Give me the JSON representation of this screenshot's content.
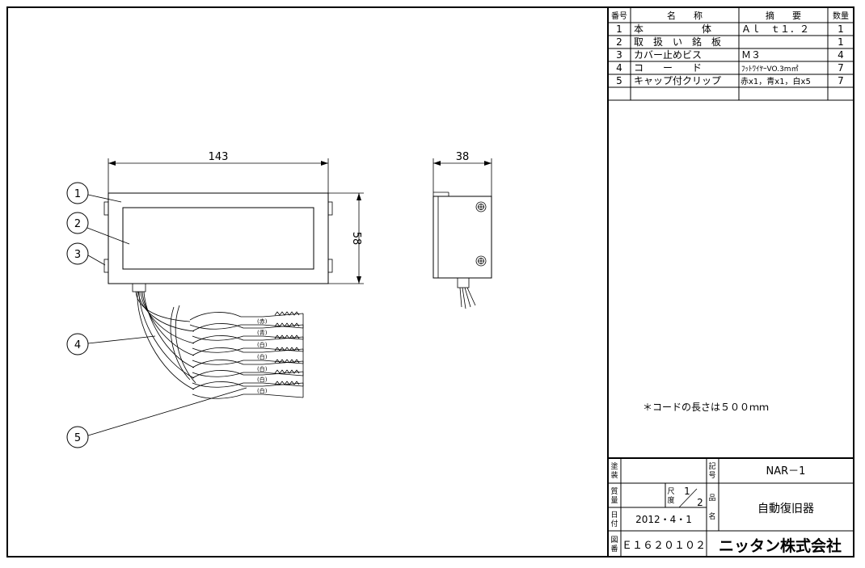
{
  "parts_table": {
    "headers": {
      "no": "番号",
      "name": "名　　称",
      "spec": "摘　　要",
      "qty": "数量"
    },
    "rows": [
      {
        "no": "1",
        "name": "本　　　　　　体",
        "spec": "Ａｌ　ｔ１．２",
        "qty": "1"
      },
      {
        "no": "2",
        "name": "取　扱　い　銘　板",
        "spec": "",
        "qty": "1"
      },
      {
        "no": "3",
        "name": "カバー止めビス",
        "spec": "Ｍ３",
        "qty": "4"
      },
      {
        "no": "4",
        "name": "コ　　ー　　ド",
        "spec": "ﾌｯﾄﾜｲﾔｰVO.3m㎡",
        "qty": "7"
      },
      {
        "no": "5",
        "name": "キャップ付クリップ",
        "spec": "赤x1，青x1，白x5",
        "qty": "7"
      }
    ]
  },
  "note": "＊コードの長さは５００ｍｍ",
  "dimensions": {
    "width": "143",
    "depth": "38",
    "height": "58"
  },
  "callouts": [
    "1",
    "2",
    "3",
    "4",
    "5"
  ],
  "clip_labels": [
    "(赤)",
    "(青)",
    "(白)",
    "(白)",
    "(白)",
    "(白)",
    "(白)"
  ],
  "title_block": {
    "finish_label": "塗装",
    "finish_value": "",
    "symbol_label": "記号",
    "symbol_value": "NAR－1",
    "weight_label": "質量",
    "weight_value": "",
    "scale_label": "尺度",
    "scale_num": "1",
    "scale_den": "2",
    "name_label": "品名",
    "name_value": "自動復旧器",
    "date_label": "日付",
    "date_value": "2012・4・1",
    "drawing_no_label": "図番",
    "drawing_no_value": "Ｅ１６２０１０２",
    "company": "ニッタン株式会社"
  }
}
